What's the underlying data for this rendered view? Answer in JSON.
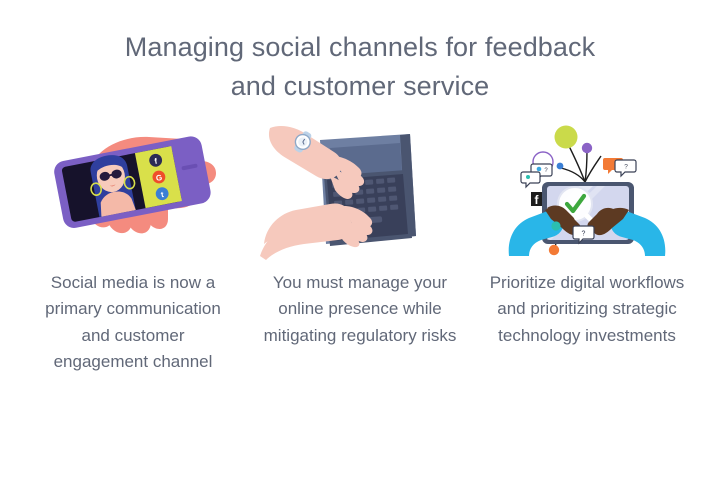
{
  "slide": {
    "background_color": "#ffffff",
    "text_color": "#616878"
  },
  "title": {
    "line1": "Managing social channels for feedback",
    "line2": "and customer service",
    "full": "Managing social channels for feedback and customer service"
  },
  "columns": [
    {
      "illustration_name": "hand-holding-smartphone-social-profile",
      "caption": "Social media is now a primary communication and customer engagement channel",
      "colors": {
        "phone_body": "#7b5fc4",
        "screen_dark": "#1c1630",
        "screen_accent": "#d9e04a",
        "hand": "#f48b7f",
        "hair": "#2f3f9e",
        "icon_1": "#2b2b55",
        "icon_2": "#ef4d2a",
        "icon_3": "#3a7fd5"
      }
    },
    {
      "illustration_name": "hands-typing-on-laptop-top-view",
      "caption": "You must manage your online presence while mitigating regulatory risks",
      "colors": {
        "laptop_body": "#6e7fa2",
        "keyboard": "#39405a",
        "screen": "#5b6b8e",
        "skin": "#f6c9bd",
        "watch_band": "#bcd2e8",
        "watch_face": "#ffffff"
      }
    },
    {
      "illustration_name": "hands-holding-tablet-with-checkmark-and-notifications",
      "caption": "Prioritize digital workflows and prioritizing strategic technology investments",
      "colors": {
        "sleeve": "#29b6e8",
        "hand": "#5d3a22",
        "tablet_frame": "#4a5670",
        "tablet_screen": "#d3d7ee",
        "check": "#3ea83e",
        "dot_green": "#cada4a",
        "dot_purple": "#8b63c6",
        "dot_orange": "#f37a35",
        "dot_teal": "#2bbfb0",
        "dot_blue": "#3aa8e0"
      }
    }
  ]
}
